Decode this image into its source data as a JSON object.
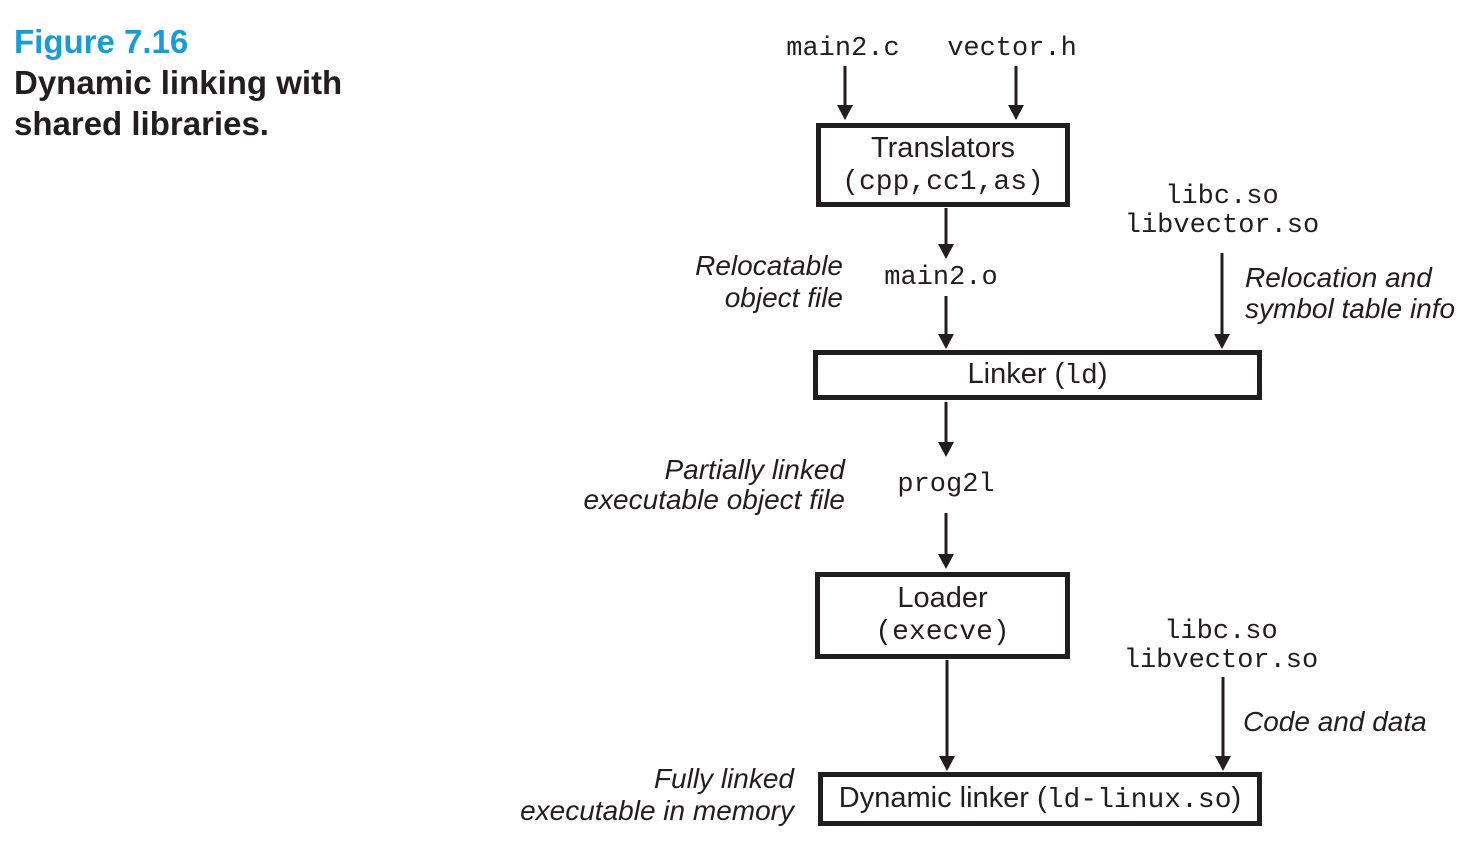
{
  "figure": {
    "number": "Figure 7.16",
    "caption_line1": "Dynamic linking with",
    "caption_line2": "shared libraries."
  },
  "colors": {
    "accent": "#189CD9",
    "ink": "#221e1f"
  },
  "diagram": {
    "sources": [
      "main2.c",
      "vector.h"
    ],
    "artifacts": [
      "main2.o",
      "prog2l"
    ],
    "libs_top": [
      "libc.so",
      "libvector.so"
    ],
    "libs_bottom": [
      "libc.so",
      "libvector.so"
    ],
    "boxes": {
      "translators": {
        "line1": "Translators",
        "line2": "(cpp,cc1,as)"
      },
      "linker": {
        "pre": "Linker (",
        "code": "ld",
        "post": ")"
      },
      "loader": {
        "line1": "Loader",
        "line2": "(execve)"
      },
      "dynamic_linker": {
        "pre": "Dynamic linker (",
        "code": "ld-linux.so",
        "post": ")"
      }
    },
    "captions": {
      "relocatable_object_file": [
        "Relocatable",
        "object file"
      ],
      "relocation_info": [
        "Relocation and",
        "symbol table info"
      ],
      "partially_linked": [
        "Partially linked",
        "executable object file"
      ],
      "code_and_data": "Code and data",
      "fully_linked": [
        "Fully linked",
        "executable in memory"
      ]
    }
  }
}
